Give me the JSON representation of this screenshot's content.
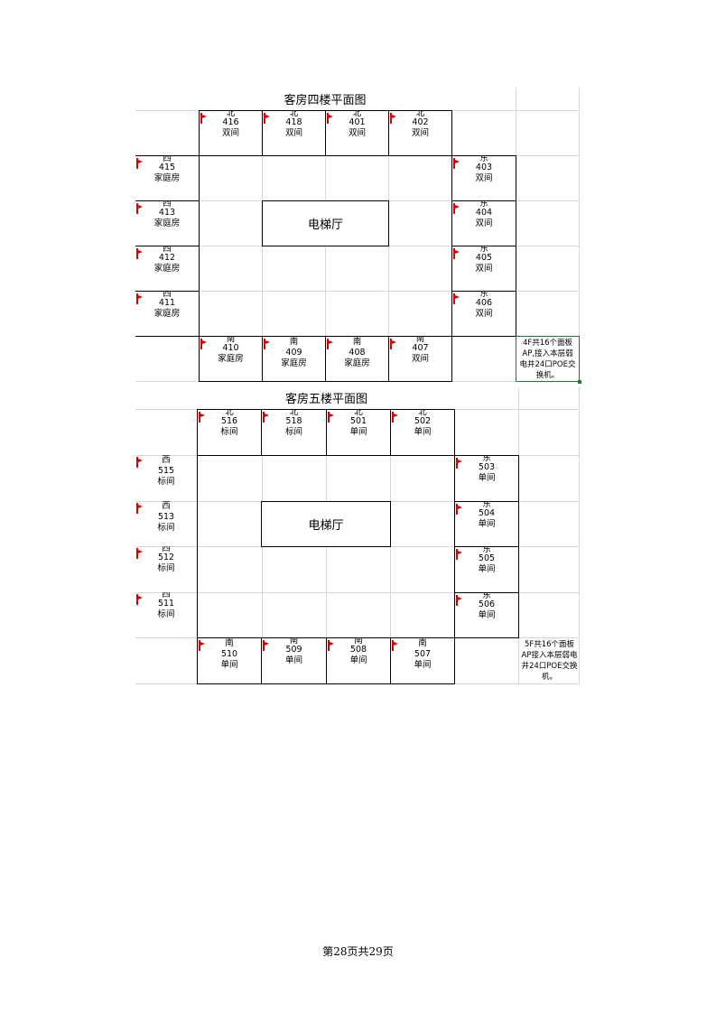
{
  "floor4": {
    "title": "客房四楼平面图",
    "hall": "电梯厅",
    "north": [
      {
        "dir": "北",
        "num": "416",
        "type": "双间"
      },
      {
        "dir": "北",
        "num": "418",
        "type": "双间"
      },
      {
        "dir": "北",
        "num": "401",
        "type": "双间"
      },
      {
        "dir": "北",
        "num": "402",
        "type": "双间"
      }
    ],
    "west": [
      {
        "dir": "西",
        "num": "415",
        "type": "家庭房"
      },
      {
        "dir": "西",
        "num": "413",
        "type": "家庭房"
      },
      {
        "dir": "西",
        "num": "412",
        "type": "家庭房"
      },
      {
        "dir": "西",
        "num": "411",
        "type": "家庭房"
      }
    ],
    "east": [
      {
        "dir": "东",
        "num": "403",
        "type": "双间"
      },
      {
        "dir": "东",
        "num": "404",
        "type": "双间"
      },
      {
        "dir": "东",
        "num": "405",
        "type": "双间"
      },
      {
        "dir": "东",
        "num": "406",
        "type": "双间"
      }
    ],
    "south": [
      {
        "dir": "南",
        "num": "410",
        "type": "家庭房"
      },
      {
        "dir": "南",
        "num": "409",
        "type": "家庭房"
      },
      {
        "dir": "南",
        "num": "408",
        "type": "家庭房"
      },
      {
        "dir": "南",
        "num": "407",
        "type": "双间"
      }
    ],
    "note": "4F共16个面板AP,接入本层弱电井24口POE交换机。"
  },
  "floor5": {
    "title": "客房五楼平面图",
    "hall": "电梯厅",
    "north": [
      {
        "dir": "北",
        "num": "516",
        "type": "标间"
      },
      {
        "dir": "北",
        "num": "518",
        "type": "标间"
      },
      {
        "dir": "北",
        "num": "501",
        "type": "单间"
      },
      {
        "dir": "北",
        "num": "502",
        "type": "单间"
      }
    ],
    "west": [
      {
        "dir": "西",
        "num": "515",
        "type": "标间"
      },
      {
        "dir": "西",
        "num": "513",
        "type": "标间"
      },
      {
        "dir": "西",
        "num": "512",
        "type": "标间"
      },
      {
        "dir": "西",
        "num": "511",
        "type": "标间"
      }
    ],
    "east": [
      {
        "dir": "东",
        "num": "503",
        "type": "单间"
      },
      {
        "dir": "东",
        "num": "504",
        "type": "单间"
      },
      {
        "dir": "东",
        "num": "505",
        "type": "单间"
      },
      {
        "dir": "东",
        "num": "506",
        "type": "单间"
      }
    ],
    "south": [
      {
        "dir": "南",
        "num": "510",
        "type": "单间"
      },
      {
        "dir": "南",
        "num": "509",
        "type": "单间"
      },
      {
        "dir": "南",
        "num": "508",
        "type": "单间"
      },
      {
        "dir": "南",
        "num": "507",
        "type": "单间"
      }
    ],
    "note": "5F共16个面板AP接入本层弱电井24口POE交换机。"
  },
  "footer": "第28页共29页",
  "colors": {
    "flag": "#d80000",
    "gridline": "#d6d6d6",
    "selection": "#1f7a3e"
  }
}
